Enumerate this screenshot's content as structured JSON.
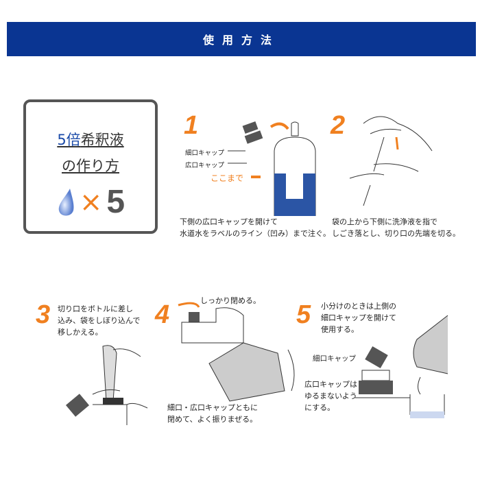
{
  "header": {
    "title": "使用方法"
  },
  "intro": {
    "ratio": "5倍",
    "title_rest": "希釈液",
    "title_line2": "の作り方",
    "times": "×",
    "multiplier": "5"
  },
  "steps": [
    {
      "num": "1",
      "caption_l1": "下側の広口キャップを開けて",
      "caption_l2": "水道水をラベルのライン（凹み）まで注ぐ。",
      "label_small_cap": "細口キャップ",
      "label_wide_cap": "広口キャップ",
      "label_here": "ここまで"
    },
    {
      "num": "2",
      "caption_l1": "袋の上から下側に洗浄液を指で",
      "caption_l2": "しごき落とし、切り口の先端を切る。"
    },
    {
      "num": "3",
      "caption_l1": "切り口をボトルに差し",
      "caption_l2": "込み、袋をしぼり込んで",
      "caption_l3": "移しかえる。"
    },
    {
      "num": "4",
      "label_close": "しっかり閉める。",
      "caption_l1": "細口・広口キャップともに",
      "caption_l2": "閉めて、よく振りまぜる。"
    },
    {
      "num": "5",
      "caption_l1": "小分けのときは上側の",
      "caption_l2": "細口キャップを開けて",
      "caption_l3": "使用する。",
      "label_small_cap": "細口キャップ",
      "note_l1": "広口キャップは",
      "note_l2": "ゆるまないよう",
      "note_l3": "にする。"
    }
  ],
  "colors": {
    "header": "#0a3592",
    "accent": "#f08020",
    "liquid": "#2b55a5"
  }
}
